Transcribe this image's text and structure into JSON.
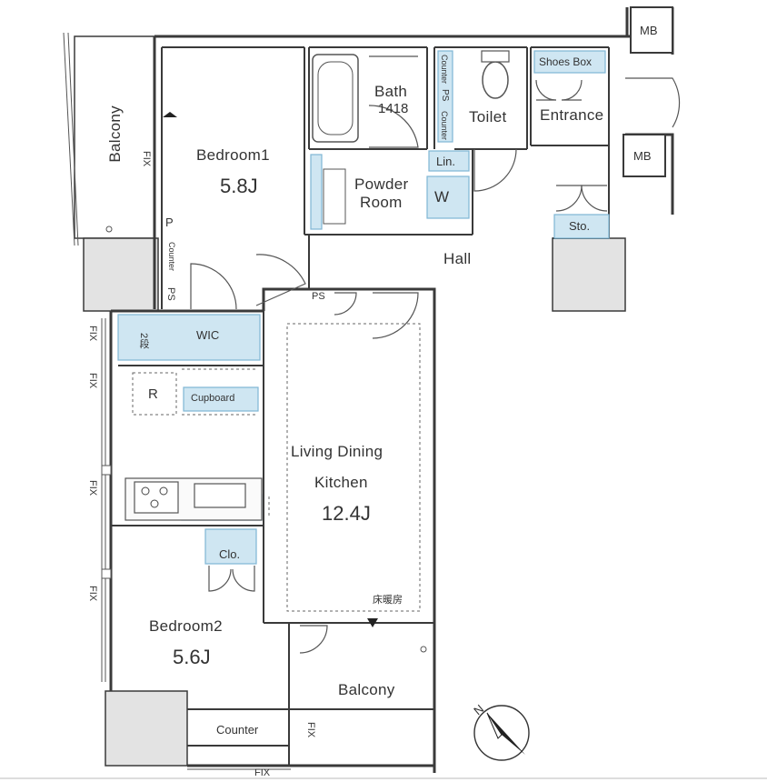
{
  "rooms": {
    "bedroom1": {
      "name": "Bedroom1",
      "area": "5.8J"
    },
    "bedroom2": {
      "name": "Bedroom2",
      "area": "5.6J"
    },
    "ldk": {
      "name_line1": "Living Dining",
      "name_line2": "Kitchen",
      "area": "12.4J"
    },
    "bath": {
      "name": "Bath",
      "size": "1418"
    },
    "toilet": {
      "name": "Toilet"
    },
    "entrance": {
      "name": "Entrance"
    },
    "powder": {
      "name_line1": "Powder",
      "name_line2": "Room"
    },
    "hall": {
      "name": "Hall"
    },
    "balcony_top": {
      "name": "Balcony"
    },
    "balcony_bottom": {
      "name": "Balcony"
    },
    "wic": {
      "name": "WIC"
    }
  },
  "fixtures": {
    "mb": "MB",
    "shoes_box": "Shoes Box",
    "lin": "Lin.",
    "w": "W",
    "sto": "Sto.",
    "ps": "PS",
    "p": "P",
    "counter": "Counter",
    "cupboard": "Cupboard",
    "r": "R",
    "clo": "Clo.",
    "fix": "FIX",
    "floor_heating": "床暖房",
    "two_step": "2段",
    "north": "N"
  },
  "colors": {
    "wall": "#3a3a3a",
    "storage_fill": "#cfe6f2",
    "storage_stroke": "#7fb6d4",
    "balcony_fill": "#e7e7e7",
    "wet_fill": "#f4f4f4"
  }
}
